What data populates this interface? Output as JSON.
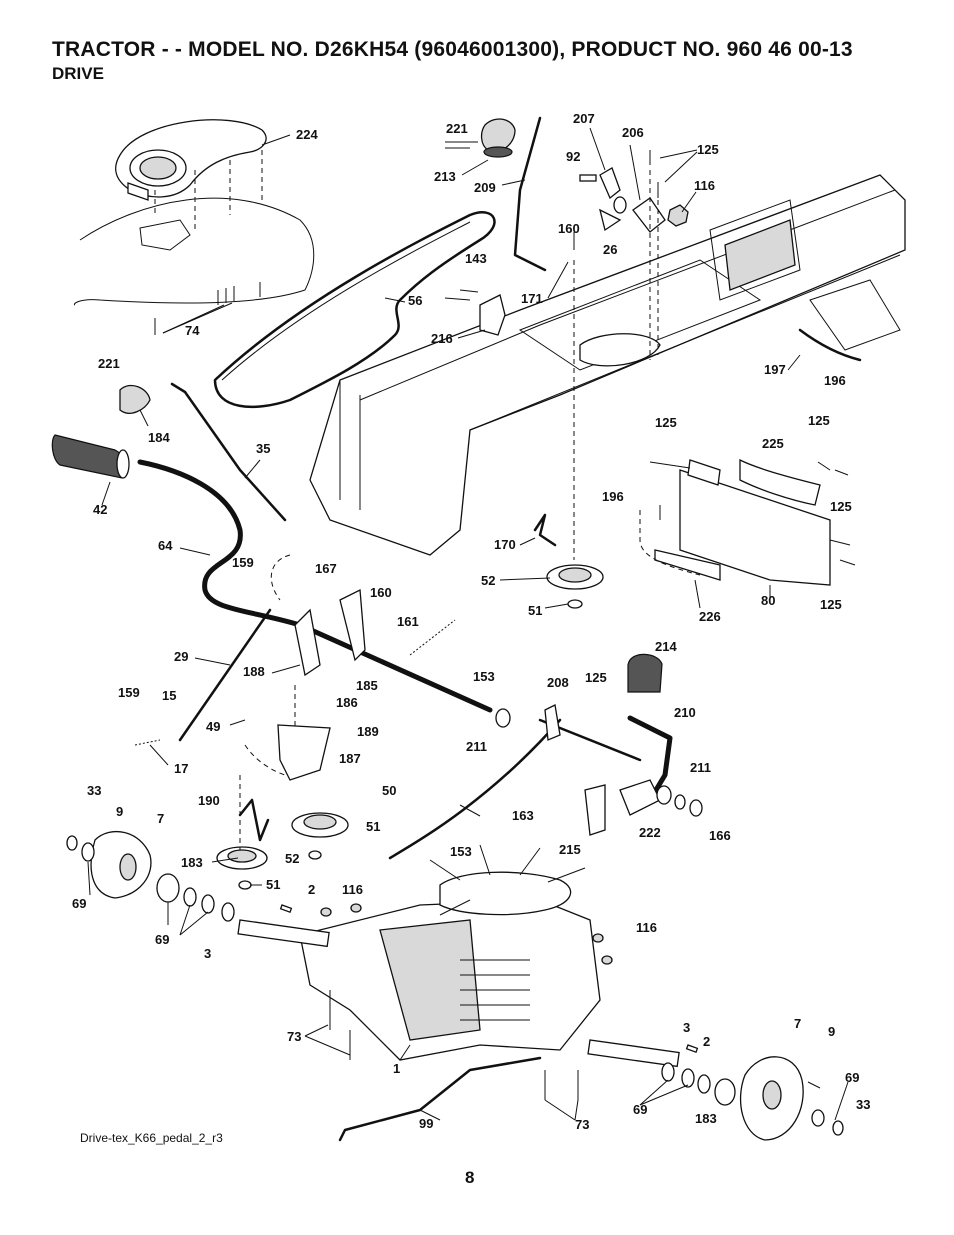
{
  "header": {
    "title": "TRACTOR - - MODEL NO. D26KH54 (96046001300), PRODUCT NO. 960 46 00-13",
    "subtitle": "DRIVE"
  },
  "footer": {
    "filename": "Drive-tex_K66_pedal_2_r3",
    "page_number": "8"
  },
  "labels": {
    "l224": "224",
    "l221a": "221",
    "l213": "213",
    "l207": "207",
    "l206": "206",
    "l92": "92",
    "l125a": "125",
    "l209": "209",
    "l116a": "116",
    "l160a": "160",
    "l26": "26",
    "l143": "143",
    "l171": "171",
    "l56": "56",
    "l216": "216",
    "l74": "74",
    "l221b": "221",
    "l197": "197",
    "l196a": "196",
    "l184": "184",
    "l35": "35",
    "l125b": "125",
    "l125c": "125",
    "l225": "225",
    "l42": "42",
    "l196b": "196",
    "l125d": "125",
    "l170": "170",
    "l64": "64",
    "l159a": "159",
    "l167": "167",
    "l160b": "160",
    "l52a": "52",
    "l51a": "51",
    "l226": "226",
    "l80": "80",
    "l125e": "125",
    "l161": "161",
    "l29": "29",
    "l214": "214",
    "l188": "188",
    "l185": "185",
    "l153a": "153",
    "l208": "208",
    "l125f": "125",
    "l159b": "159",
    "l15": "15",
    "l186": "186",
    "l210": "210",
    "l49": "49",
    "l189": "189",
    "l211a": "211",
    "l17": "17",
    "l187": "187",
    "l211b": "211",
    "l33a": "33",
    "l50": "50",
    "l9a": "9",
    "l190": "190",
    "l163": "163",
    "l7a": "7",
    "l51b": "51",
    "l222": "222",
    "l166": "166",
    "l215": "215",
    "l183a": "183",
    "l52b": "52",
    "l153b": "153",
    "l69a": "69",
    "l51c": "51",
    "l2a": "2",
    "l116b": "116",
    "l69b": "69",
    "l3a": "3",
    "l116c": "116",
    "l73a": "73",
    "l3b": "3",
    "l7b": "7",
    "l9b": "9",
    "l2b": "2",
    "l1": "1",
    "l69c": "69",
    "l69d": "69",
    "l33b": "33",
    "l183b": "183",
    "l99": "99",
    "l73b": "73"
  }
}
